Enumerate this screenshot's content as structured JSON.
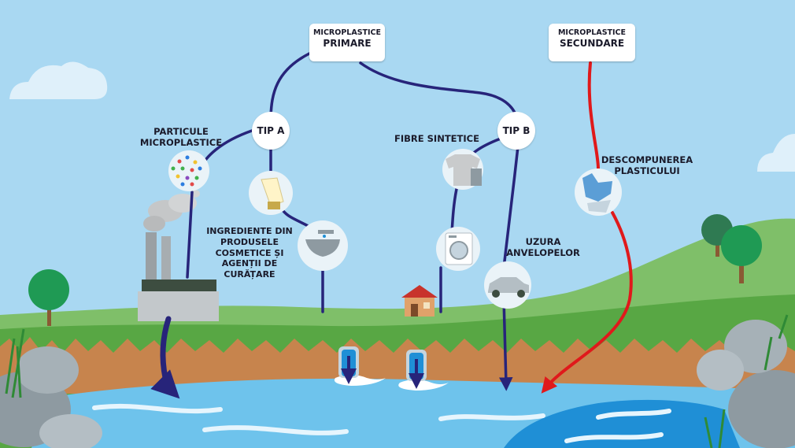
{
  "boxes": {
    "primary": {
      "line1": "MICROPLASTICE",
      "line2": "PRIMARE"
    },
    "secondary": {
      "line1": "MICROPLASTICE",
      "line2": "SECUNDARE"
    }
  },
  "nodes": {
    "tip_a": "TIP A",
    "tip_b": "TIP B"
  },
  "labels": {
    "particles": [
      "PARTICULE",
      "MICROPLASTICE"
    ],
    "ingredients": [
      "INGREDIENTE DIN",
      "PRODUSELE",
      "COSMETICE ȘI",
      "AGENȚII DE CURĂȚARE"
    ],
    "fibers": [
      "FIBRE SINTETICE"
    ],
    "tires": [
      "UZURA",
      "ANVELOPELOR"
    ],
    "decomposition": [
      "DESCOMPUNEREA",
      "PLASTICULUI"
    ]
  },
  "colors": {
    "sky": "#a9d8f2",
    "hill": "#7fbf69",
    "grass": "#58a744",
    "soil": "#c7844d",
    "water": "#6ec3ec",
    "water_dark": "#1f8fd6",
    "primary_path": "#27247a",
    "secondary_path": "#e0191b"
  },
  "icons": [
    "cloud-icon",
    "confetti-particles-icon",
    "cosmetic-tube-icon",
    "sink-icon",
    "sweater-icon",
    "washing-machine-icon",
    "car-icon",
    "plastic-bag-icon",
    "factory-icon",
    "house-icon",
    "tree-icon",
    "drain-pipe-icon",
    "rock-icon"
  ]
}
